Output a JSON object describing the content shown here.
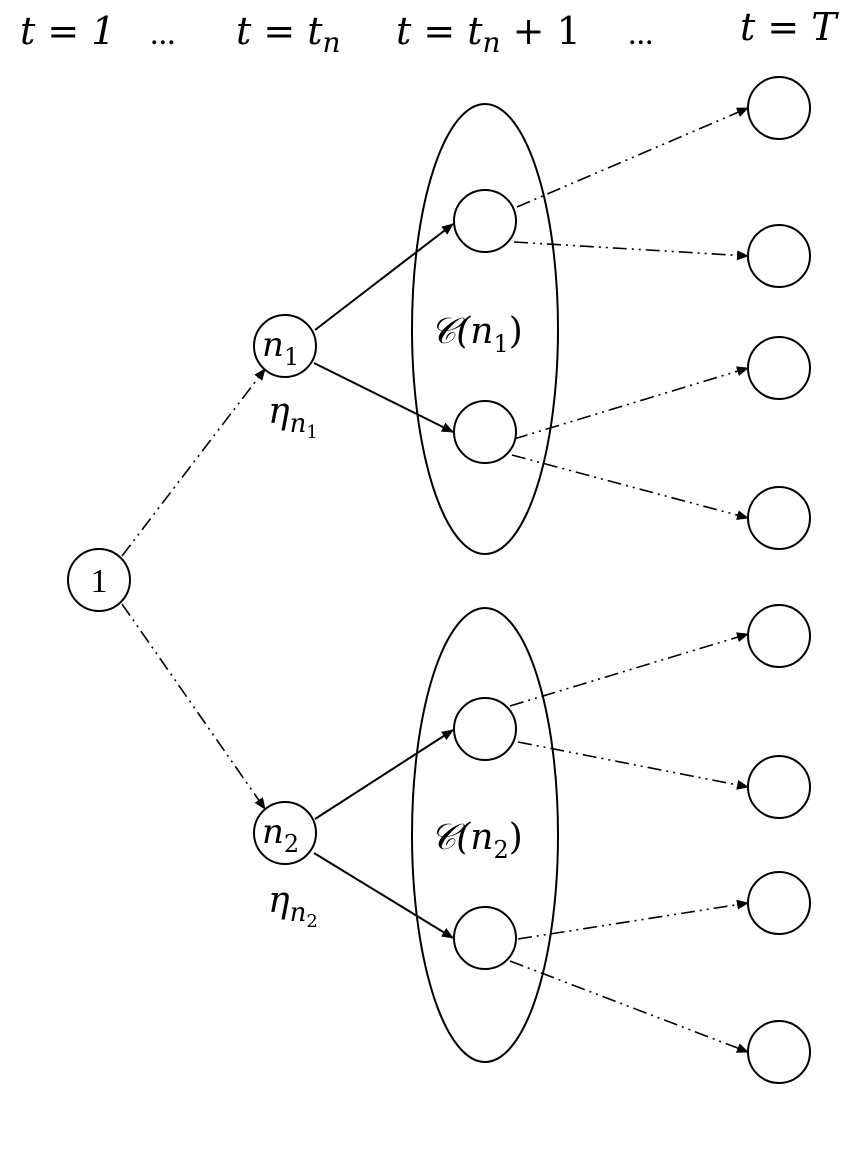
{
  "header": {
    "t_first": "t = 1",
    "ellipsis_1": "...",
    "t_n": "t = t",
    "t_n_sub": "n",
    "t_n_plus_1_prefix": "t = t",
    "t_n_plus_1_sub": "n",
    "t_n_plus_1_suffix": " + 1",
    "ellipsis_2": "...",
    "t_last": "t = T"
  },
  "nodes": {
    "root_label": "1",
    "n1_label": "n",
    "n1_sub": "1",
    "n2_label": "n",
    "n2_sub": "2"
  },
  "weights": {
    "eta1": "η",
    "eta1_sub": "n",
    "eta1_subsub": "1",
    "eta2": "η",
    "eta2_sub": "n",
    "eta2_subsub": "2"
  },
  "clusters": {
    "c1_script": "𝒞",
    "c1_open": "(n",
    "c1_sub": "1",
    "c1_close": ")",
    "c2_script": "𝒞",
    "c2_open": "(n",
    "c2_sub": "2",
    "c2_close": ")"
  },
  "colors": {
    "stroke": "#000000",
    "fill": "#ffffff"
  }
}
